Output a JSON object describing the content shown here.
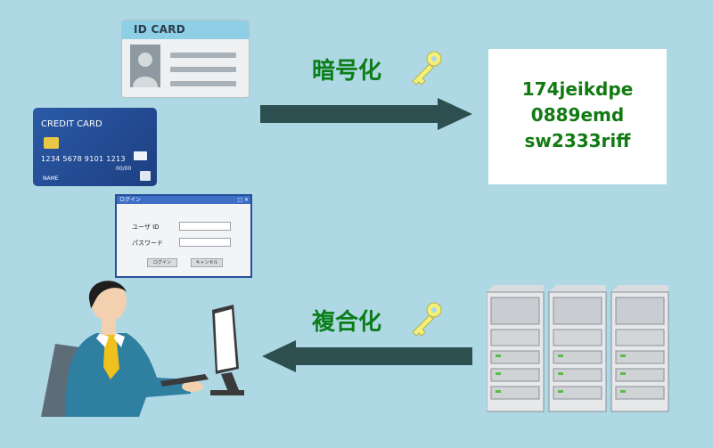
{
  "id_card": {
    "title": "ID CARD"
  },
  "credit_card": {
    "title": "CREDIT CARD",
    "number": "1234  5678  9101  1213",
    "expiry": "00/00",
    "name": "NAME"
  },
  "login_window": {
    "title": "ログイン",
    "user_label": "ユーザ ID",
    "password_label": "パスワード",
    "login_button": "ログイン",
    "cancel_button": "キャンセル"
  },
  "encrypt": {
    "label": "暗号化"
  },
  "decrypt": {
    "label": "複合化"
  },
  "ciphertext": {
    "lines": [
      "174jeikdpe",
      "0889emd",
      "sw2333riff"
    ]
  },
  "colors": {
    "background": "#aed8e4",
    "arrow": "#2d4f4f",
    "label_green": "#0b7e1a",
    "key_yellow": "#f3f07a",
    "cipher_text": "#127a12"
  },
  "icons": [
    "key-icon",
    "server-rack-icon",
    "person-at-computer-icon",
    "id-photo-icon"
  ]
}
